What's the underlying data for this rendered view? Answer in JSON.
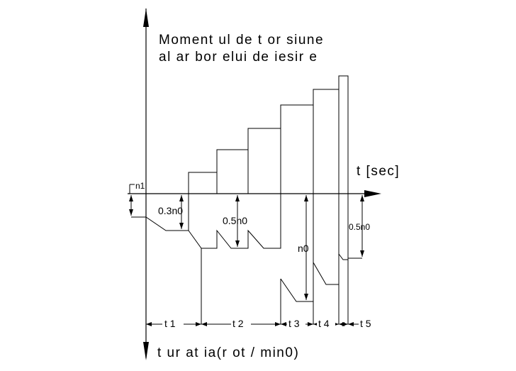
{
  "diagram": {
    "title_line1": "Moment ul  de  t or siune",
    "title_line2": "al  ar bor elui  de  iesir e",
    "t_axis_label": "t [sec]",
    "speed_axis_label": "t ur at ia(r ot / min0)",
    "label_n1": "n1",
    "label_03n0": "0.3n0",
    "label_05n0_a": "0.5n0",
    "label_n0": "n0",
    "label_05n0_b": "0.5n0",
    "intervals": [
      "t 1",
      "t 2",
      "t 3",
      "t 4",
      "t 5"
    ]
  }
}
